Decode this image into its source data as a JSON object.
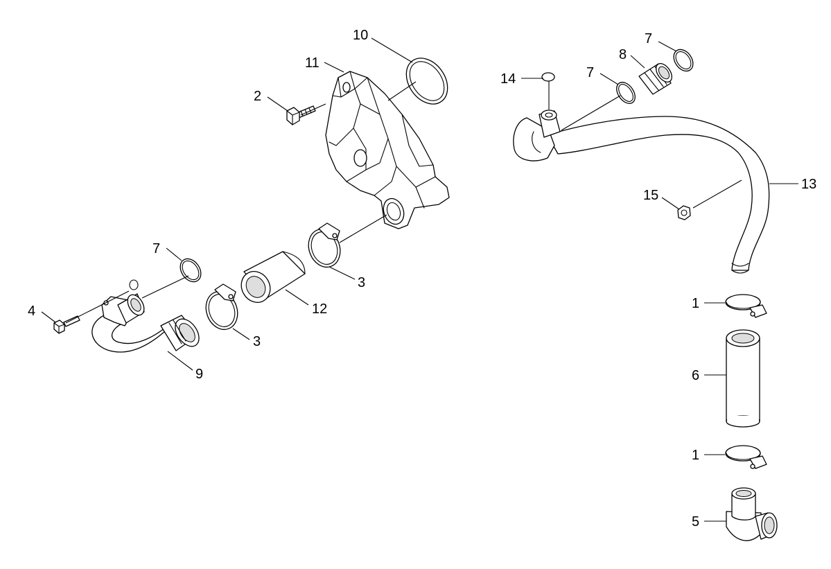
{
  "callouts": {
    "c1a": "1",
    "c1b": "1",
    "c2": "2",
    "c3a": "3",
    "c3b": "3",
    "c4": "4",
    "c5": "5",
    "c6": "6",
    "c7a": "7",
    "c7b": "7",
    "c7c": "7",
    "c8": "8",
    "c9": "9",
    "c10": "10",
    "c11": "11",
    "c12": "12",
    "c13": "13",
    "c14": "14",
    "c15": "15"
  },
  "colors": {
    "line": "#000000",
    "background": "#ffffff",
    "shade": "#dedede"
  }
}
